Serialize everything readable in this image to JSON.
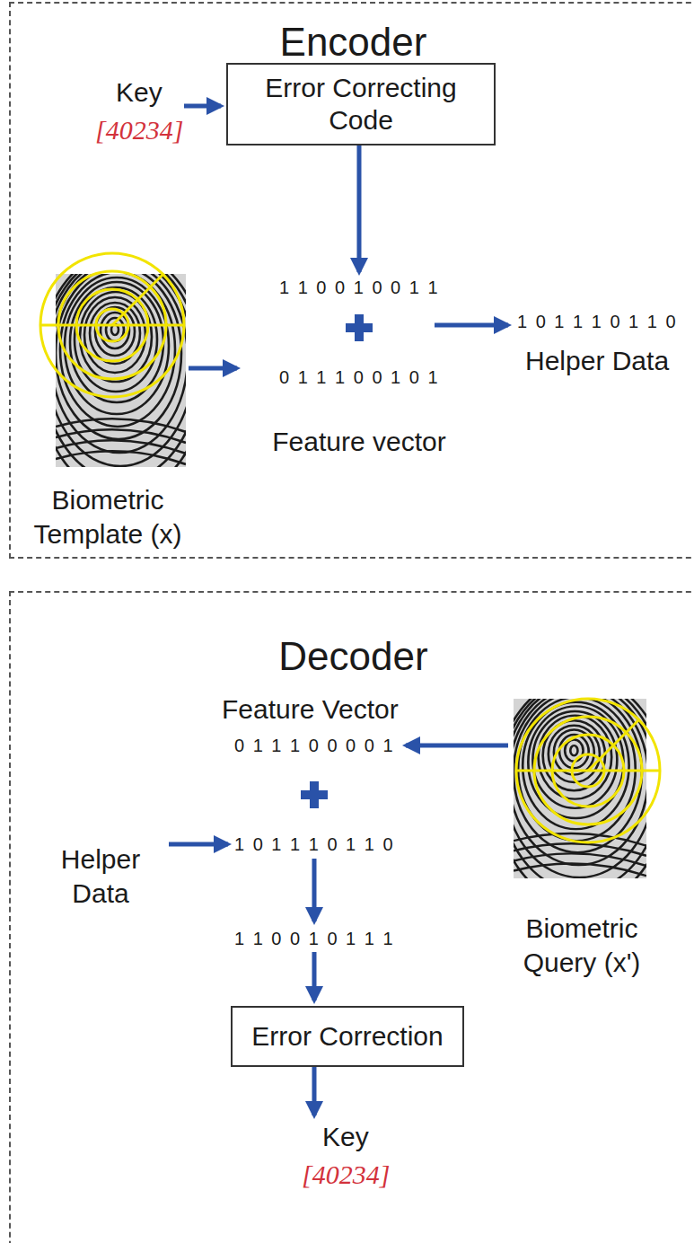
{
  "diagram": {
    "nodes": [
      {
        "text": [
          "Encoder"
        ]
      },
      {
        "text": [
          "Error Correcting Code"
        ],
        "in": 0
      },
      {
        "text": [
          "Decoder"
        ]
      },
      {
        "text": [
          "Error Correction"
        ],
        "in": 2
      }
    ],
    "labels": [
      "Key",
      "[40234]",
      "1 1 0 0 1 0 0 1 1",
      "0 1 1 1 0 0 1 0 1",
      "Feature vector",
      "1 0 1 1 1 0 1 1 0",
      "Helper Data",
      "Biometric Template (x)",
      "Feature Vector",
      "0 1 1 1 0 0 0 0 1",
      "Helper Data",
      "1 0 1 1 1 0 1 1 0",
      "1 1 0 0 1 0 1 1 1",
      "Biometric Query (x')",
      "Key",
      "[40234]"
    ]
  }
}
